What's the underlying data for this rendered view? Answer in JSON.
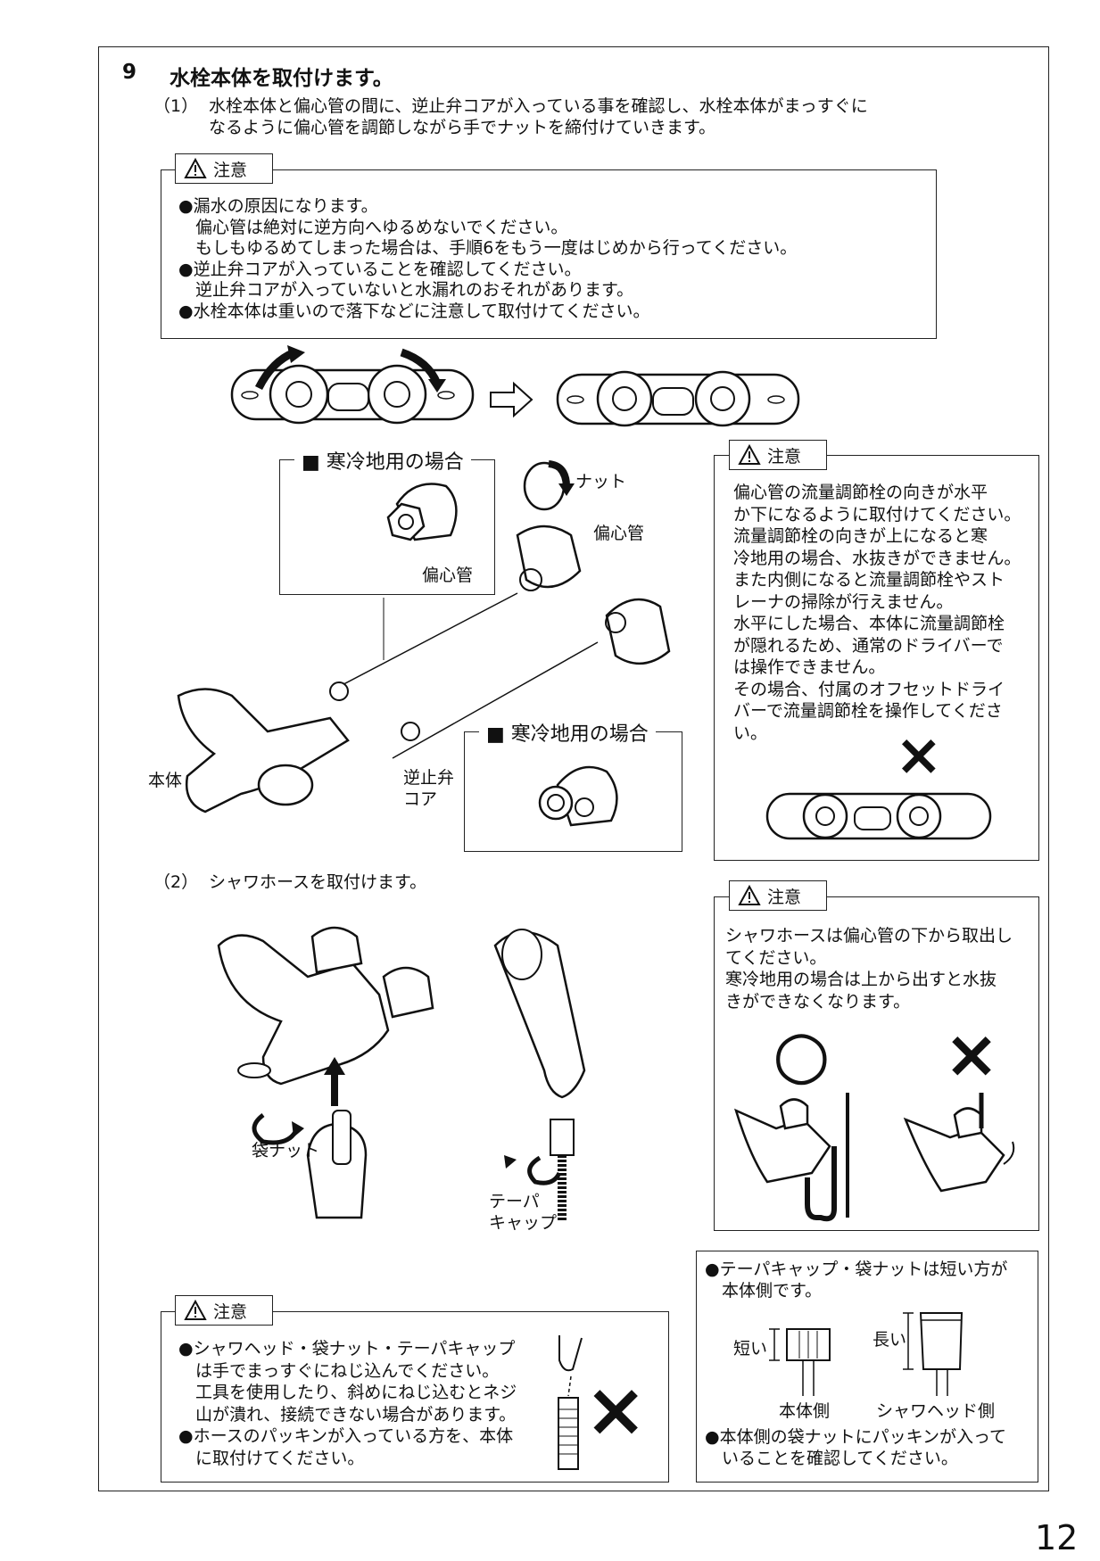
{
  "step": {
    "number": "9",
    "title": "水栓本体を取付けます。"
  },
  "sub1": {
    "marker": "（1）",
    "text": "水栓本体と偏心管の間に、逆止弁コアが入っている事を確認し、水栓本体がまっすぐに\nなるように偏心管を調節しながら手でナットを締付けていきます。"
  },
  "caution_label": "注意",
  "caution1": {
    "lines": "●漏水の原因になります。\n　偏心管は絶対に逆方向へゆるめないでください。\n　もしもゆるめてしまった場合は、手順6をもう一度はじめから行ってください。\n●逆止弁コアが入っていることを確認してください。\n　逆止弁コアが入っていないと水漏れのおそれがあります。\n●水栓本体は重いので落下などに注意して取付けてください。"
  },
  "cold_region": "■ 寒冷地用の場合",
  "labels": {
    "nut": "ナット",
    "eccentric_pipe": "偏心管",
    "body": "本体",
    "check_valve": "逆止弁\nコア",
    "bag_nut": "袋ナット",
    "taper_cap": "テーパ\nキャップ"
  },
  "caution2": {
    "text": "偏心管の流量調節栓の向きが水平\nか下になるように取付けてください。\n流量調節栓の向きが上になると寒\n冷地用の場合、水抜きができません。\nまた内側になると流量調節栓やスト\nレーナの掃除が行えません。\n水平にした場合、本体に流量調節栓\nが隠れるため、通常のドライバーで\nは操作できません。\nその場合、付属のオフセットドライ\nバーで流量調節栓を操作してくださ\nい。"
  },
  "sub2": {
    "marker": "（2）",
    "text": "シャワホースを取付けます。"
  },
  "caution3": {
    "text": "シャワホースは偏心管の下から取出し\nてください。\n寒冷地用の場合は上から出すと水抜\nきができなくなります。"
  },
  "marks": {
    "ok": "○",
    "ng": "×"
  },
  "note": {
    "top": "●テーパキャップ・袋ナットは短い方が\n　本体側です。",
    "short": "短い",
    "long": "長い",
    "body_side": "本体側",
    "head_side": "シャワヘッド側",
    "bottom": "●本体側の袋ナットにパッキンが入って\n　いることを確認してください。"
  },
  "caution4": {
    "text": "●シャワヘッド・袋ナット・テーパキャップ\n　は手でまっすぐにねじ込んでください。\n　工具を使用したり、斜めにねじ込むとネジ\n　山が潰れ、接続できない場合があります。\n●ホースのパッキンが入っている方を、本体\n　に取付けてください。"
  },
  "page_number": "12"
}
